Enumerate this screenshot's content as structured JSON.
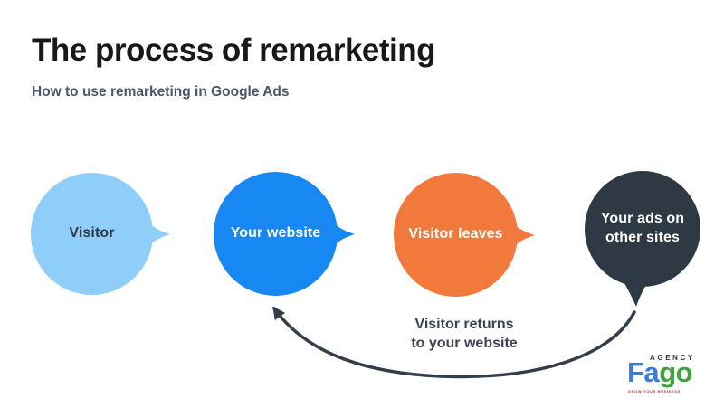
{
  "header": {
    "title": "The process of remarketing",
    "subtitle": "How to use remarketing in Google Ads"
  },
  "bubbles": [
    {
      "label": "Visitor",
      "color": "#8FCEF8",
      "text_color": "#2E3944",
      "tail": "right"
    },
    {
      "label": "Your website",
      "color": "#1787F2",
      "text_color": "#FFFFFF",
      "tail": "right"
    },
    {
      "label": "Visitor leaves",
      "color": "#F2793C",
      "text_color": "#FFFFFF",
      "tail": "right"
    },
    {
      "label": "Your ads on other sites",
      "color": "#2E3944",
      "text_color": "#FFFFFF",
      "tail": "down"
    }
  ],
  "return_note": {
    "line1": "Visitor returns",
    "line2": "to your website"
  },
  "logo": {
    "brand_part1": "Fa",
    "brand_part2": "go",
    "agency_label": "AGENCY",
    "tagline": "GROW YOUR BUSINESS",
    "brand_blue": "#3B7CDB",
    "brand_green": "#3FA33C"
  },
  "colors": {
    "background": "#FFFFFF",
    "title_text": "#17181A",
    "subtitle_text": "#4A5568",
    "note_text": "#3A4553",
    "arrow": "#333E4A"
  }
}
